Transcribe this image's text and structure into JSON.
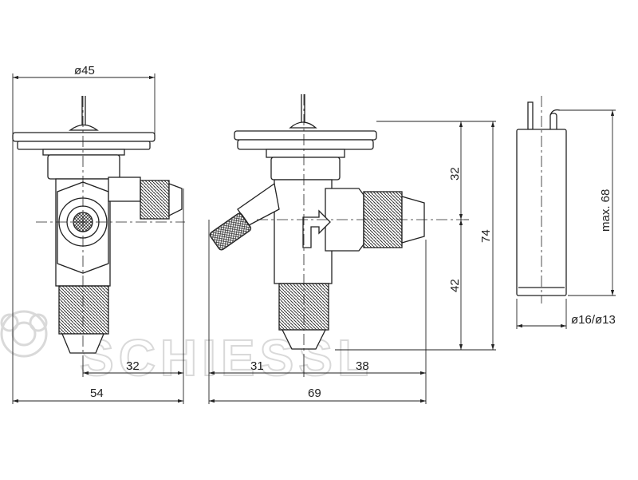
{
  "watermark": {
    "text": "SCHIESSL",
    "logo": "schiessl-flower-logo"
  },
  "left_view": {
    "diaphragm_diameter_label": "ø45",
    "inlet_offset_label": "32",
    "overall_width_label": "54"
  },
  "middle_view": {
    "upper_height_label": "32",
    "lower_height_label": "42",
    "total_height_label": "74",
    "left_offset_label": "31",
    "right_offset_label": "38",
    "overall_width_label": "69"
  },
  "right_view": {
    "bulb_length_label": "max. 68",
    "bulb_diameter_label": "ø16/ø13"
  }
}
